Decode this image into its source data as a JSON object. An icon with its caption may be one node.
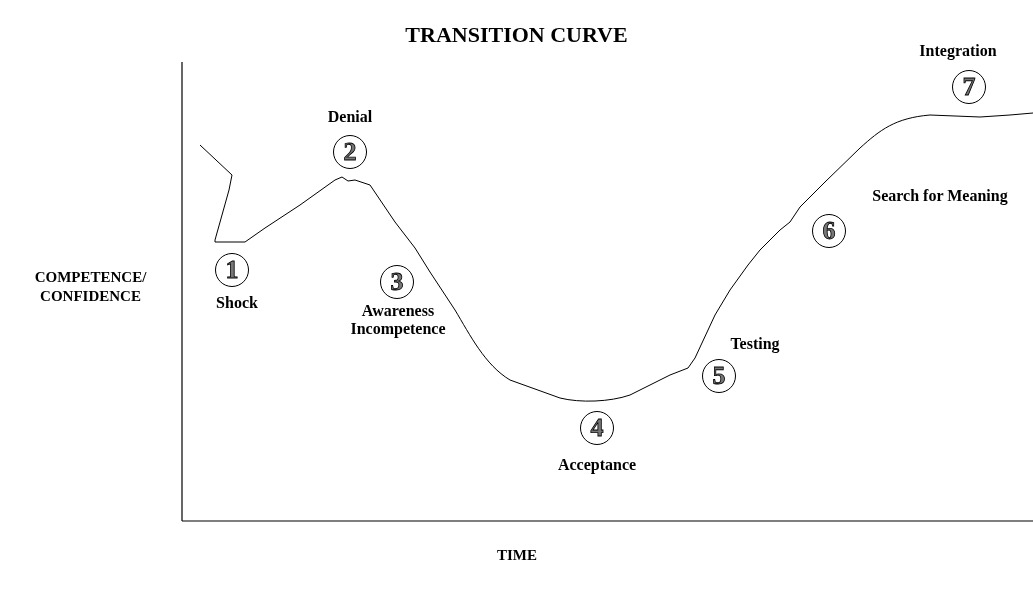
{
  "diagram": {
    "title": "TRANSITION CURVE",
    "nodes": [
      {
        "text": [
          "1"
        ],
        "beside": [
          "Shock"
        ]
      },
      {
        "text": [
          "2"
        ],
        "beside": [
          "Denial"
        ]
      },
      {
        "text": [
          "3"
        ],
        "beside": [
          "Awareness Incompetence"
        ]
      },
      {
        "text": [
          "4"
        ],
        "beside": [
          "Acceptance"
        ]
      },
      {
        "text": [
          "5"
        ],
        "beside": [
          "Testing"
        ]
      },
      {
        "text": [
          "6"
        ],
        "beside": [
          "Search for Meaning"
        ]
      },
      {
        "text": [
          "7"
        ],
        "beside": [
          "Integration"
        ]
      }
    ],
    "labels": [
      "COMPETENCE/ CONFIDENCE",
      "TIME"
    ]
  }
}
